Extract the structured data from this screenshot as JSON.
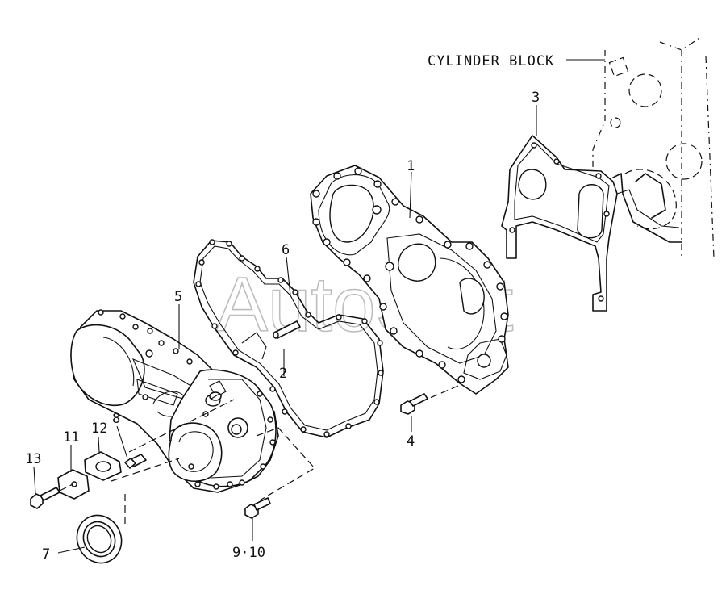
{
  "watermark": "AutoSoft",
  "reference_label": "CYLINDER BLOCK",
  "callouts": {
    "p1": "1",
    "p2": "2",
    "p3": "3",
    "p4": "4",
    "p5": "5",
    "p6": "6",
    "p7": "7",
    "p8": "8",
    "p9_10": "9·10",
    "p11": "11",
    "p12": "12",
    "p13": "13"
  }
}
